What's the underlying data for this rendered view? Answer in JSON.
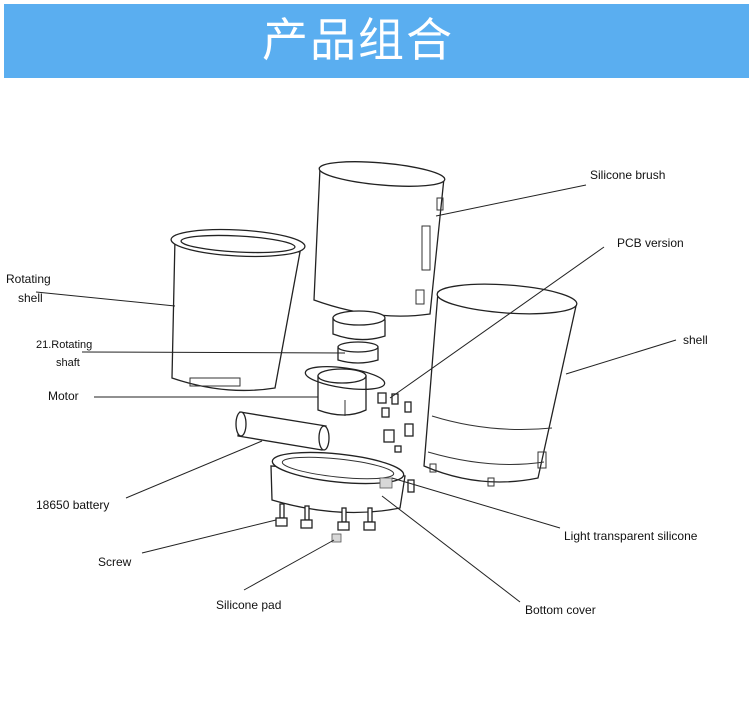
{
  "header": {
    "title": "产品组合"
  },
  "labels": {
    "silicone_brush": "Silicone brush",
    "pcb_version": "PCB version",
    "rotating_shell_line1": "Rotating",
    "rotating_shell_line2": "shell",
    "shell": "shell",
    "rotating_shaft_line1": "21.Rotating",
    "rotating_shaft_line2": "shaft",
    "motor": "Motor",
    "battery": "18650 battery",
    "light_silicone": "Light transparent silicone",
    "screw": "Screw",
    "silicone_pad": "Silicone pad",
    "bottom_cover": "Bottom cover"
  },
  "colors": {
    "header_bg": "#5aaef0",
    "header_text": "#ffffff",
    "line": "#222222"
  }
}
